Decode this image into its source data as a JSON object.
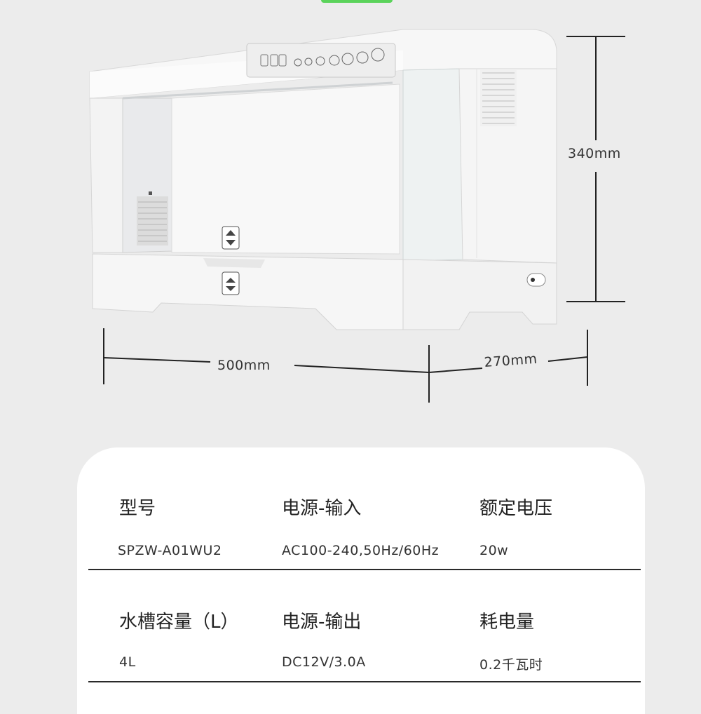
{
  "dimensions": {
    "height": "340mm",
    "width": "500mm",
    "depth": "270mm"
  },
  "specs": {
    "row1": {
      "col1": {
        "label": "型号",
        "value": "SPZW-A01WU2"
      },
      "col2": {
        "label": "电源-输入",
        "value": "AC100-240,50Hz/60Hz"
      },
      "col3": {
        "label": "额定电压",
        "value": "20w"
      }
    },
    "row2": {
      "col1": {
        "label": "水槽容量（L）",
        "value": "4L"
      },
      "col2": {
        "label": "电源-输出",
        "value": "DC12V/3.0A"
      },
      "col3": {
        "label": "耗电量",
        "value": "0.2千瓦时"
      }
    }
  },
  "colors": {
    "accent": "#5bd35b",
    "background": "#ececec",
    "card": "#ffffff"
  },
  "icons": [
    "product-image-icon",
    "control-panel-icon",
    "water-level-icon",
    "power-switch-icon"
  ]
}
